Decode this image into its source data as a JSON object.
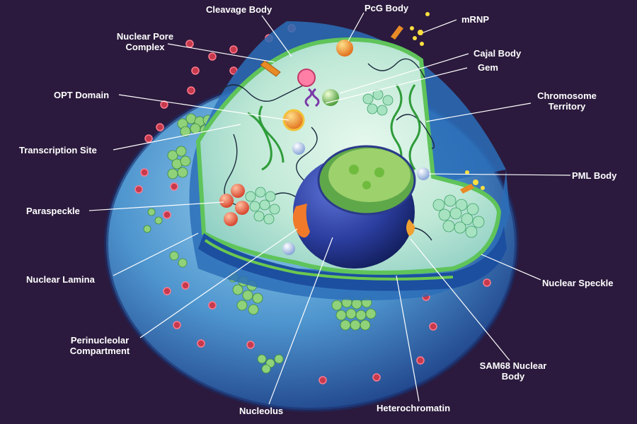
{
  "labels": {
    "cleavage_body": "Cleavage Body",
    "pcg_body": "PcG Body",
    "mrnp": "mRNP",
    "nuclear_pore_complex": [
      "Nuclear Pore",
      "Complex"
    ],
    "cajal_body": "Cajal Body",
    "gem": "Gem",
    "opt_domain": "OPT Domain",
    "chromosome_territory": [
      "Chromosome",
      "Territory"
    ],
    "transcription_site": "Transcription Site",
    "pml_body": "PML Body",
    "paraspeckle": "Paraspeckle",
    "nuclear_lamina": "Nuclear Lamina",
    "nuclear_speckle": "Nuclear Speckle",
    "perinucleolar_compartment": [
      "Perinucleolar",
      "Compartment"
    ],
    "sam68_nuclear_body": [
      "SAM68 Nuclear",
      "Body"
    ],
    "nucleolus": "Nucleolus",
    "heterochromatin": "Heterochromatin"
  },
  "colors": {
    "background": "#2b1a3d",
    "outer_shell": "#3f88c8",
    "cut_face": "#c4ecdc",
    "lamina_rim": "#5fc45a",
    "nucleolus": "#2d3fa0",
    "nucleolus_core": "#7cc24a",
    "leader_line": "#ffffff",
    "label_text": "#ffffff"
  }
}
